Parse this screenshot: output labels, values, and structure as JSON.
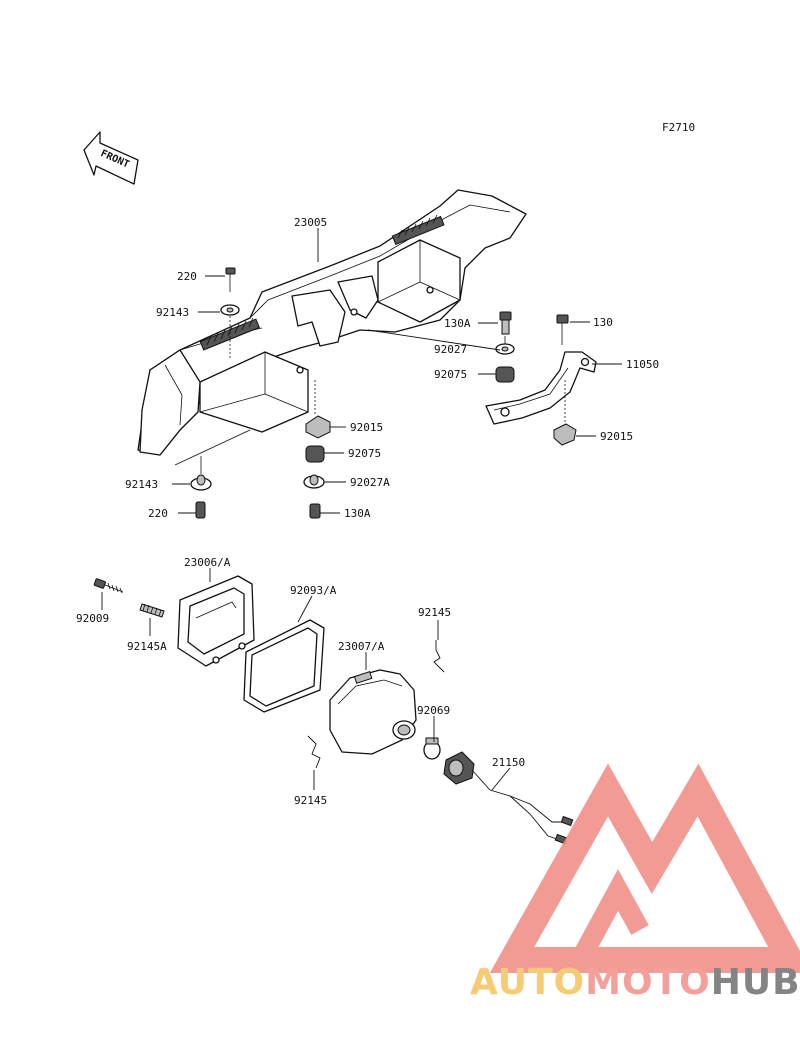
{
  "figure_code": "F2710",
  "front_arrow_text": "FRONT",
  "watermark": {
    "auto": "AUTO",
    "moto": "MOTO",
    "hub": "HUB",
    "colors": {
      "auto": "#f6c35c",
      "moto": "#f2908a",
      "hub": "#6f6f6f",
      "triangle": "#f08a83"
    }
  },
  "part_labels": {
    "p23005": "23005",
    "p220_top": "220",
    "p92143_top": "92143",
    "p130A_top": "130A",
    "p92027": "92027",
    "p92075_right": "92075",
    "p130": "130",
    "p11050": "11050",
    "p92015_right": "92015",
    "p92015_center": "92015",
    "p92075_center": "92075",
    "p92027A": "92027A",
    "p130A_bottom": "130A",
    "p92143_bottom": "92143",
    "p220_bottom": "220",
    "p23006A": "23006/A",
    "p92093A": "92093/A",
    "p92009": "92009",
    "p92145A": "92145A",
    "p92145_top": "92145",
    "p23007A": "23007/A",
    "p92069": "92069",
    "p21150": "21150",
    "p92145_bottom": "92145"
  }
}
